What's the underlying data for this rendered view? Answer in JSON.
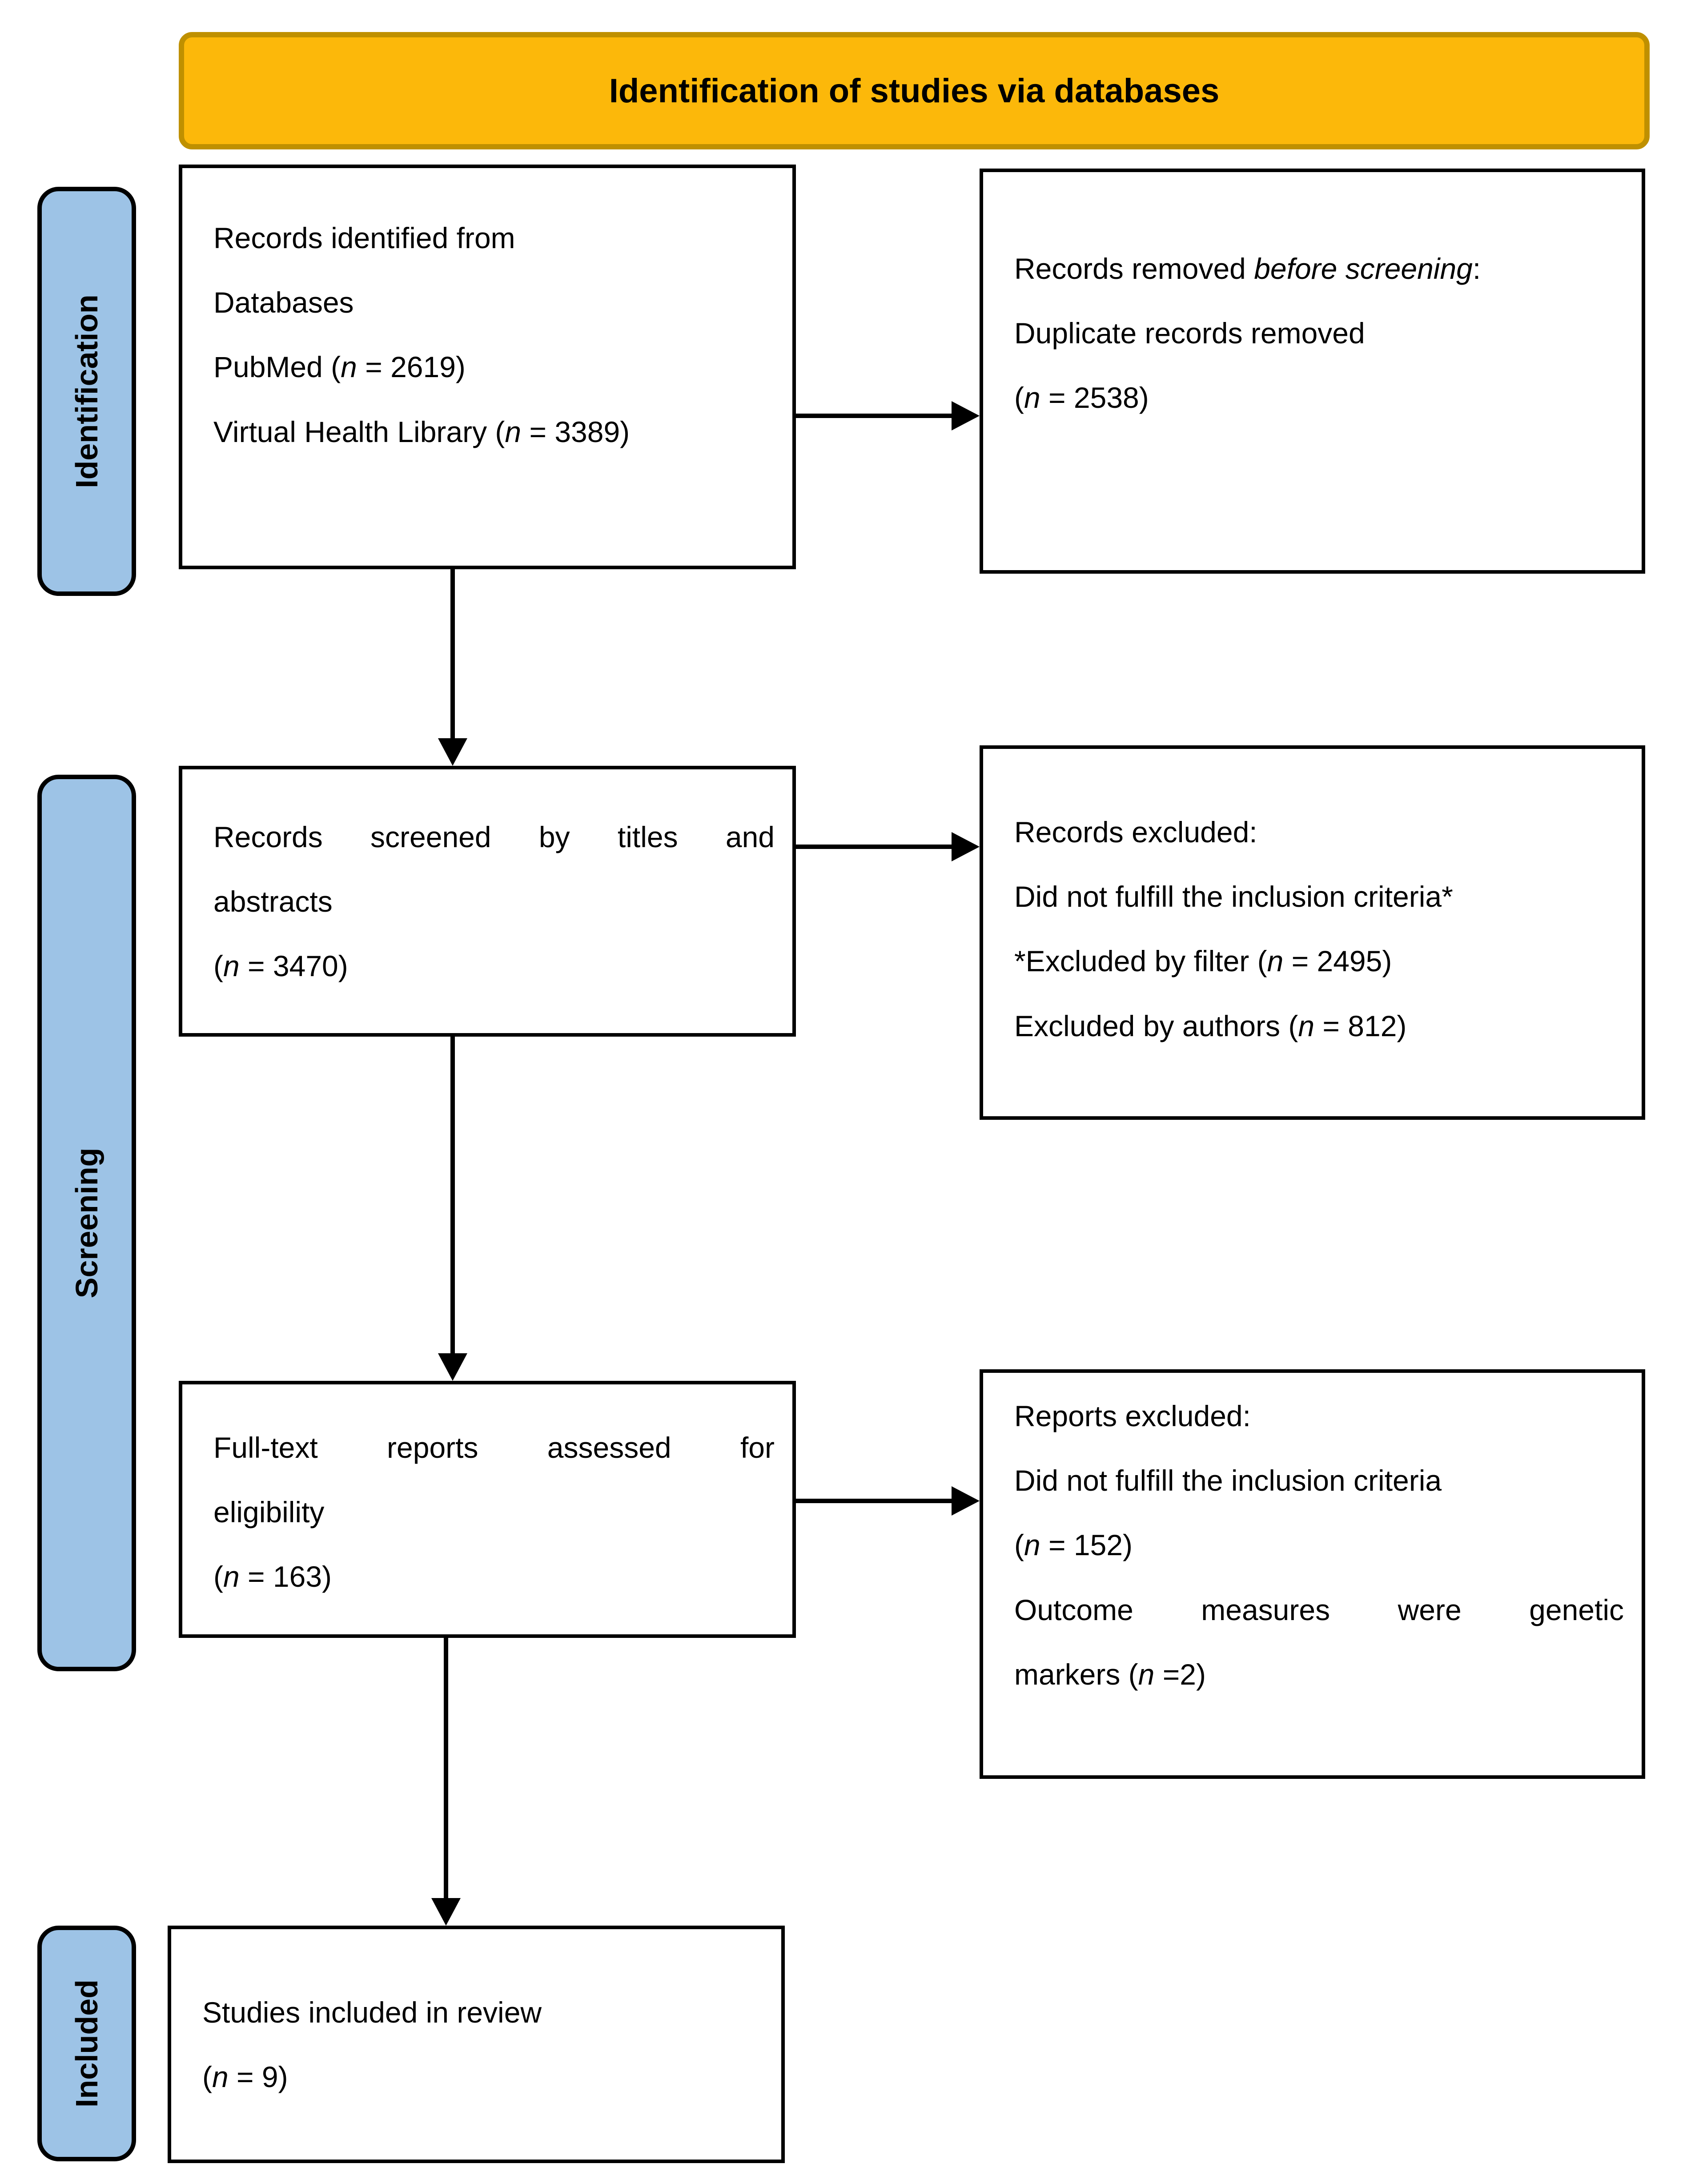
{
  "title": "PRISMA flow diagram",
  "colors": {
    "background": "#FFFFFF",
    "text": "#000000",
    "banner_fill": "#FCB80A",
    "banner_border": "#BF9000",
    "stage_fill": "#9DC3E6",
    "stage_border": "#000000",
    "box_border": "#000000",
    "arrow": "#000000"
  },
  "header": {
    "label": "Identification of studies via databases"
  },
  "stages": [
    {
      "label": "Identification"
    },
    {
      "label": "Screening"
    },
    {
      "label": "Included"
    }
  ],
  "boxes": {
    "identified": {
      "lines": [
        {
          "seg": [
            {
              "t": "Records identified from"
            }
          ]
        },
        {
          "seg": [
            {
              "t": "Databases"
            }
          ]
        },
        {
          "seg": [
            {
              "t": "PubMed ("
            },
            {
              "t": "n",
              "i": true
            },
            {
              "t": " = 2619)"
            }
          ]
        },
        {
          "seg": [
            {
              "t": "Virtual Health Library ("
            },
            {
              "t": "n",
              "i": true
            },
            {
              "t": " = 3389)"
            }
          ]
        }
      ]
    },
    "removed_before_screening": {
      "lines": [
        {
          "seg": [
            {
              "t": "Records removed "
            },
            {
              "t": "before screening",
              "i": true
            },
            {
              "t": ":"
            }
          ]
        },
        {
          "seg": [
            {
              "t": "Duplicate records removed"
            }
          ]
        },
        {
          "seg": [
            {
              "t": "("
            },
            {
              "t": "n",
              "i": true
            },
            {
              "t": " = 2538)"
            }
          ]
        }
      ]
    },
    "screened": {
      "lines": [
        {
          "j": true,
          "seg": [
            {
              "t": "Records screened by titles and"
            }
          ]
        },
        {
          "seg": [
            {
              "t": "abstracts"
            }
          ]
        },
        {
          "seg": [
            {
              "t": "("
            },
            {
              "t": "n",
              "i": true
            },
            {
              "t": " = 3470)"
            }
          ]
        }
      ]
    },
    "records_excluded": {
      "lines": [
        {
          "seg": [
            {
              "t": "Records excluded:"
            }
          ]
        },
        {
          "seg": [
            {
              "t": "Did not fulfill the inclusion criteria*"
            }
          ]
        },
        {
          "seg": [
            {
              "t": "*Excluded by filter ("
            },
            {
              "t": "n",
              "i": true
            },
            {
              "t": " = 2495)"
            }
          ]
        },
        {
          "seg": [
            {
              "t": "Excluded by authors ("
            },
            {
              "t": "n",
              "i": true
            },
            {
              "t": " = 812)"
            }
          ]
        }
      ]
    },
    "fulltext_assessed": {
      "lines": [
        {
          "j": true,
          "seg": [
            {
              "t": "Full-text reports assessed for"
            }
          ]
        },
        {
          "seg": [
            {
              "t": "eligibility"
            }
          ]
        },
        {
          "seg": [
            {
              "t": "("
            },
            {
              "t": "n",
              "i": true
            },
            {
              "t": " = 163)"
            }
          ]
        }
      ]
    },
    "reports_excluded": {
      "lines": [
        {
          "seg": [
            {
              "t": "Reports excluded:"
            }
          ]
        },
        {
          "seg": [
            {
              "t": "Did not fulfill the inclusion criteria"
            }
          ]
        },
        {
          "seg": [
            {
              "t": "("
            },
            {
              "t": "n",
              "i": true
            },
            {
              "t": " = 152)"
            }
          ]
        },
        {
          "j": true,
          "seg": [
            {
              "t": "Outcome measures were genetic"
            }
          ]
        },
        {
          "seg": [
            {
              "t": "markers ("
            },
            {
              "t": "n",
              "i": true
            },
            {
              "t": " =2)"
            }
          ]
        }
      ]
    },
    "included_in_review": {
      "lines": [
        {
          "seg": [
            {
              "t": "Studies included in review"
            }
          ]
        },
        {
          "seg": [
            {
              "t": "("
            },
            {
              "t": "n",
              "i": true
            },
            {
              "t": " = 9)"
            }
          ]
        }
      ]
    }
  }
}
